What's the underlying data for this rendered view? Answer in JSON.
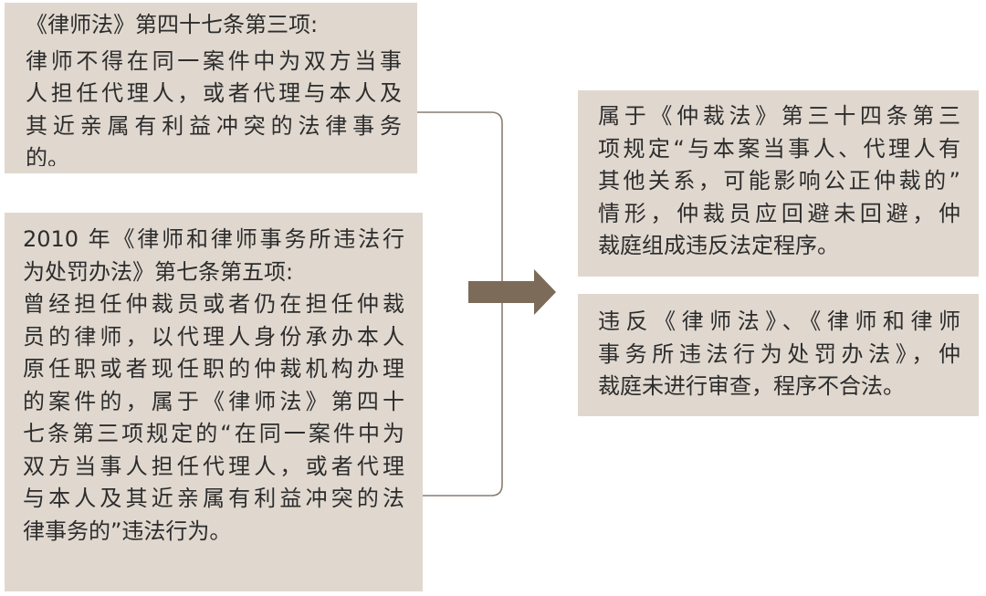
{
  "colors": {
    "box_fill": "#e0d8cf",
    "arrow": "#7b6b58",
    "bracket": "#8a7d70",
    "text": "#2d2d2d"
  },
  "boxes": {
    "lawyers_law": {
      "heading": [
        "《律师法》第四十七条第三项:"
      ],
      "body": [
        "律师不得在同一案件中为双方当事",
        "人担任代理人，或者代理与本人及",
        "其近亲属有利益冲突的法律事务",
        "的。"
      ]
    },
    "penalty_measures": {
      "heading": [
        "2010 年《律师和律师事务所违法行",
        "为处罚办法》第七条第五项:"
      ],
      "body": [
        "曾经担任仲裁员或者仍在担任仲裁",
        "员的律师，以代理人身份承办本人",
        "原任职或者现任职的仲裁机构办理",
        "的案件的，属于《律师法》第四十",
        "七条第三项规定的“在同一案件中为",
        "双方当事人担任代理人，或者代理",
        "与本人及其近亲属有利益冲突的法",
        "律事务的”违法行为。"
      ]
    },
    "arbitration_conclusion": {
      "lines": [
        "属于《仲裁法》第三十四条第三",
        "项规定“与本案当事人、代理人有",
        "其他关系，可能影响公正仲裁的”",
        "情形，仲裁员应回避未回避，仲",
        "裁庭组成违反法定程序。"
      ]
    },
    "review_conclusion": {
      "lines": [
        "违反《律师法》、《律师和律师",
        "事务所违法行为处罚办法》，仲",
        "裁庭未进行审查，程序不合法。"
      ]
    }
  }
}
